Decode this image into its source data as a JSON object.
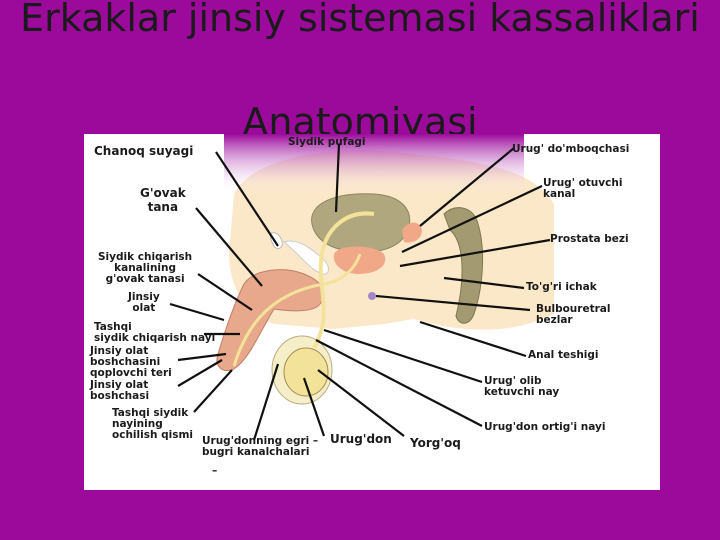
{
  "slide": {
    "title_line1": "Erkaklar jinsiy sistemasi kassaliklari",
    "title_line2": "Anatomiyasi"
  },
  "labels": {
    "chanoq": "Chanoq suyagi",
    "siydik_pufagi": "Siydik pufagi",
    "urug_domboqchasi": "Urug' do'mboqchasi",
    "govak_tana": "G'ovak\ntana",
    "urug_otuvchi": "Urug' otuvchi\nkanal",
    "siydik_chiqarish_govak": "Siydik chiqarish\nkanalining\ng'ovak tanasi",
    "prostata": "Prostata bezi",
    "jinsiy_olat": "Jinsiy\nolat",
    "togri_ichak": "To'g'ri ichak",
    "bulbouretral": "Bulbouretral\nbezlar",
    "tashqi_nay": "Tashqi\nsiydik chiqarish nayi",
    "boshcha_teri": "Jinsiy olat\nboshchasini\nqoplovchi teri",
    "anal": "Anal teshigi",
    "olat_boshchasi": "Jinsiy olat\nboshchasi",
    "urug_olib": "Urug' olib\nketuvchi nay",
    "tashqi_ochilish": "Tashqi siydik\nnayining\nochilish qismi",
    "urug_ortigi": "Urug'don ortig'i nayi",
    "egri_bugri": "Urug'donning egri –\nbugri kanalchalari",
    "egri_dash": "–",
    "urugdon": "Urug'don",
    "yorgoq": "Yorg'oq"
  },
  "colors": {
    "background": "#9c0a9c",
    "figure_background": "#ffffff",
    "body_skin": "#fbe8c9",
    "penis": "#e7a88c",
    "bladder": "#b0a77f",
    "prostate": "#f0a888",
    "rectum": "#a49a72",
    "duct": "#f3e39a",
    "line": "#111111"
  }
}
